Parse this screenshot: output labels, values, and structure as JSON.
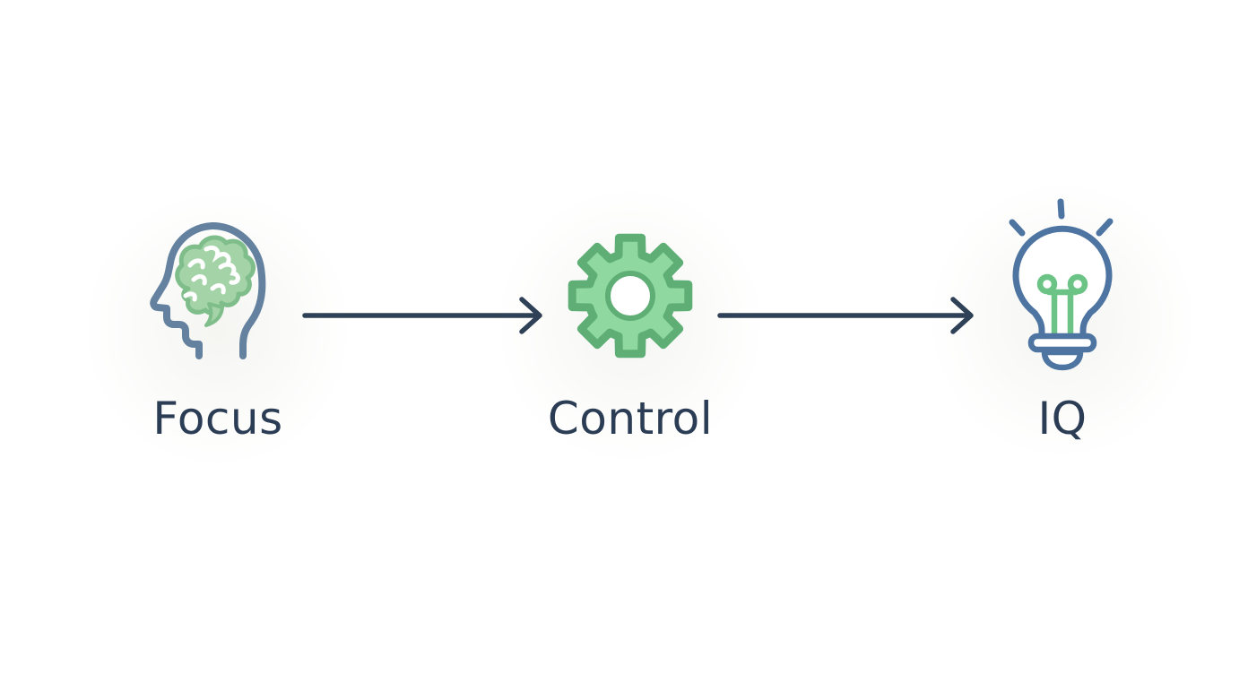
{
  "diagram": {
    "type": "flow",
    "direction": "left-to-right",
    "nodes": [
      {
        "id": "focus",
        "label": "Focus",
        "icon": "head-brain-icon"
      },
      {
        "id": "control",
        "label": "Control",
        "icon": "gear-icon"
      },
      {
        "id": "iq",
        "label": "IQ",
        "icon": "lightbulb-icon"
      }
    ],
    "connectors": [
      {
        "from": "focus",
        "to": "control",
        "style": "arrow-right"
      },
      {
        "from": "control",
        "to": "iq",
        "style": "arrow-right"
      }
    ],
    "colors": {
      "background": "#ffffff",
      "label_text": "#2b3c55",
      "arrow": "#2f4156",
      "head_outline_blue": "#64829f",
      "brain_green_fill": "#a3d3a6",
      "brain_green_stroke": "#7fbe8a",
      "gear_green_fill": "#8fd9a1",
      "gear_green_stroke": "#5fae76",
      "bulb_outline_blue": "#4e75a2",
      "filament_green": "#6cc386"
    }
  }
}
